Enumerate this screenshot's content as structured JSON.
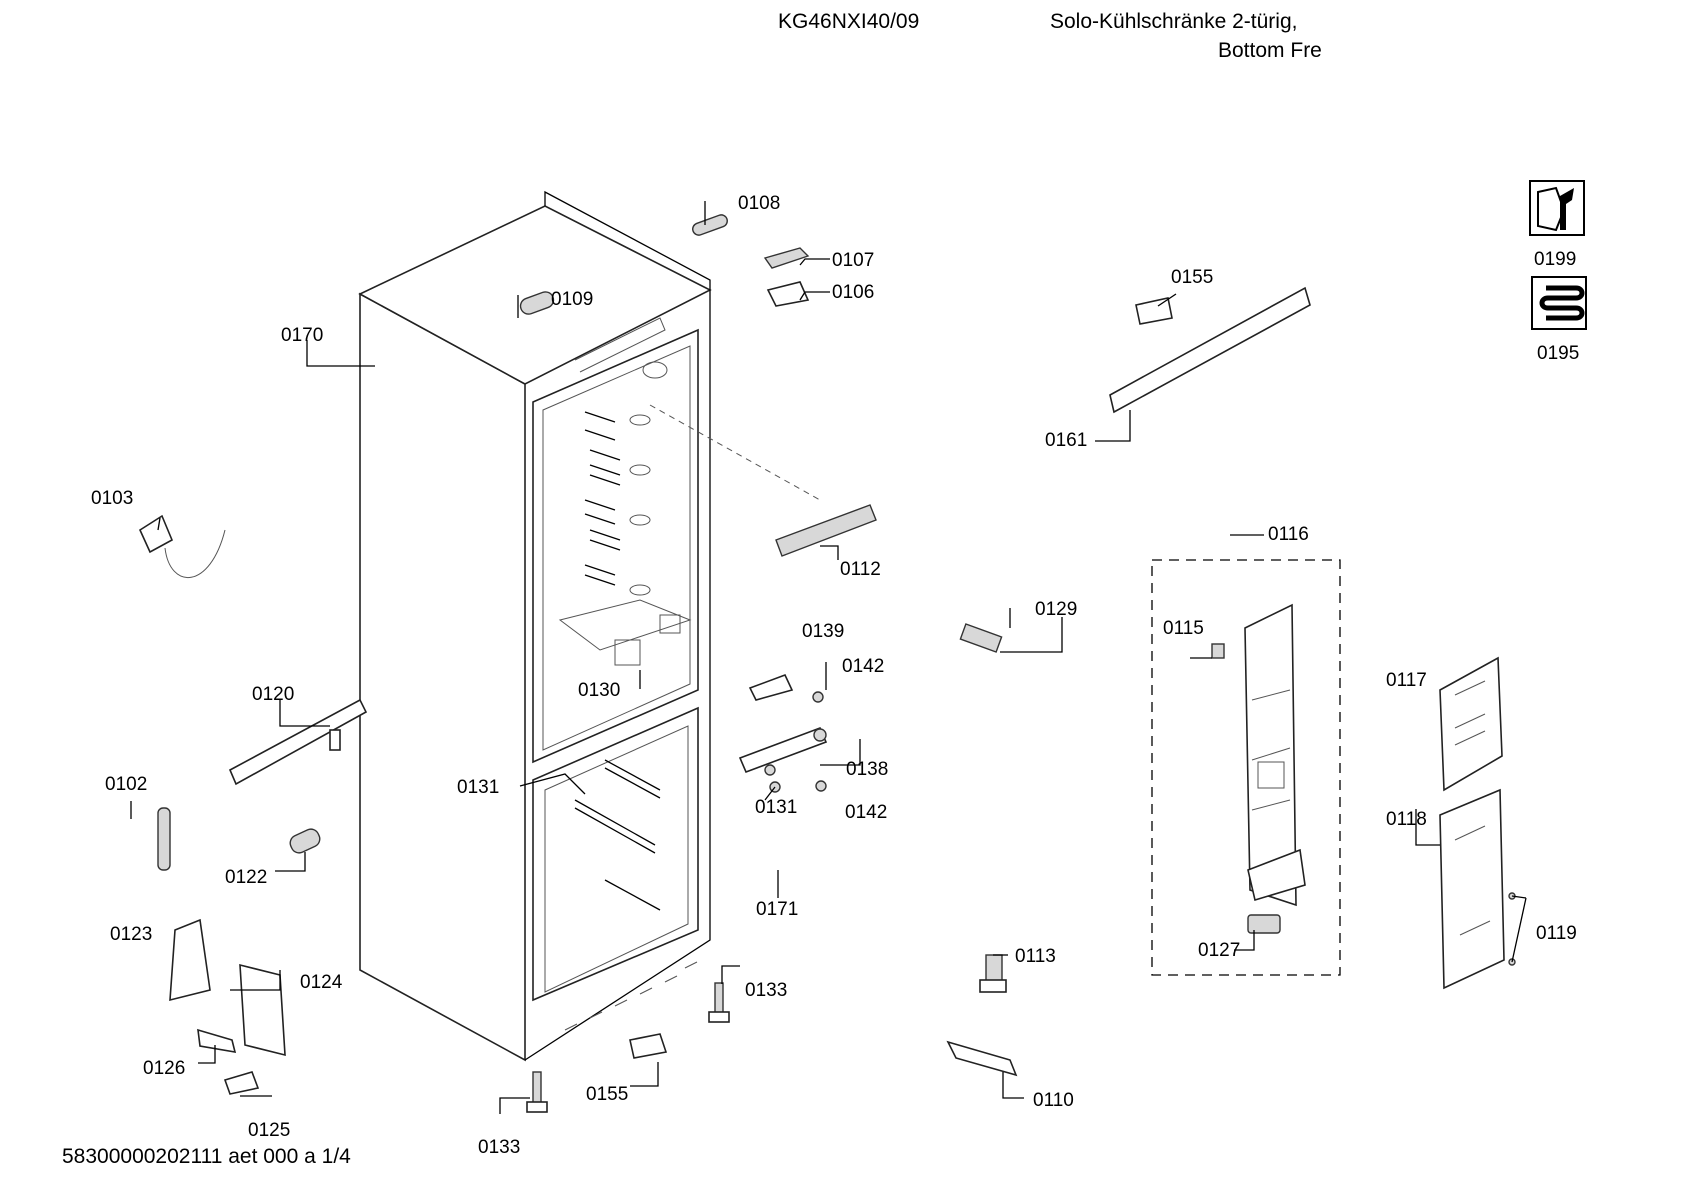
{
  "header": {
    "model": "KG46NXI40/09",
    "title_line1": "Solo-Kühlschränke 2-türig,",
    "title_line2": "Bottom Fre"
  },
  "footer": {
    "code": "58300000202111 aet 000 a 1/4"
  },
  "icons": [
    {
      "name": "service-wrench-icon",
      "label": "0199"
    },
    {
      "name": "condenser-coil-icon",
      "label": "0195"
    }
  ],
  "labels": {
    "p0108": "0108",
    "p0107": "0107",
    "p0106": "0106",
    "p0109": "0109",
    "p0170": "0170",
    "p0103": "0103",
    "p0120": "0120",
    "p0102": "0102",
    "p0122": "0122",
    "p0123": "0123",
    "p0124": "0124",
    "p0126": "0126",
    "p0125": "0125",
    "p0133a": "0133",
    "p0133b": "0133",
    "p0155b": "0155",
    "p0112": "0112",
    "p0130": "0130",
    "p0131a": "0131",
    "p0139": "0139",
    "p0142a": "0142",
    "p0138": "0138",
    "p0131b": "0131",
    "p0142b": "0142",
    "p0171": "0171",
    "p0155a": "0155",
    "p0161": "0161",
    "p0129": "0129",
    "p0116": "0116",
    "p0115": "0115",
    "p0117": "0117",
    "p0118": "0118",
    "p0119": "0119",
    "p0127": "0127",
    "p0113": "0113",
    "p0110": "0110"
  }
}
